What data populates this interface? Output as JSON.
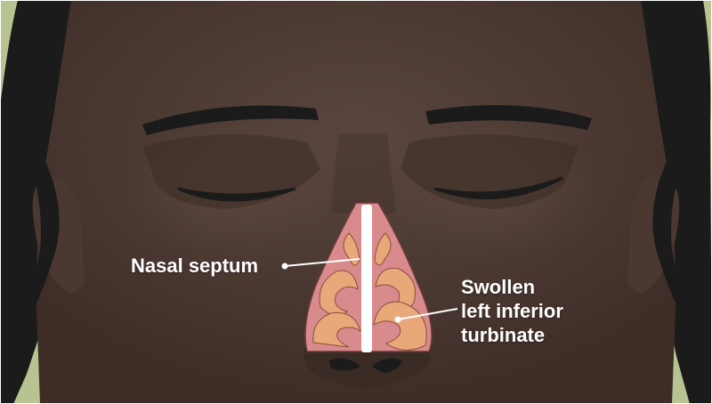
{
  "labels": {
    "nasal_septum": "Nasal septum",
    "turbinate_line1": "Swollen",
    "turbinate_line2": "left inferior",
    "turbinate_line3": "turbinate"
  },
  "colors": {
    "background": "#b7c491",
    "skin": "#4b3831",
    "skin_shadow": "#3b2b25",
    "hair": "#1b1b1b",
    "nasal_tissue": "#d98a8c",
    "turbinate": "#e8a87a",
    "septum": "#ffffff",
    "pointer": "#ffffff"
  }
}
